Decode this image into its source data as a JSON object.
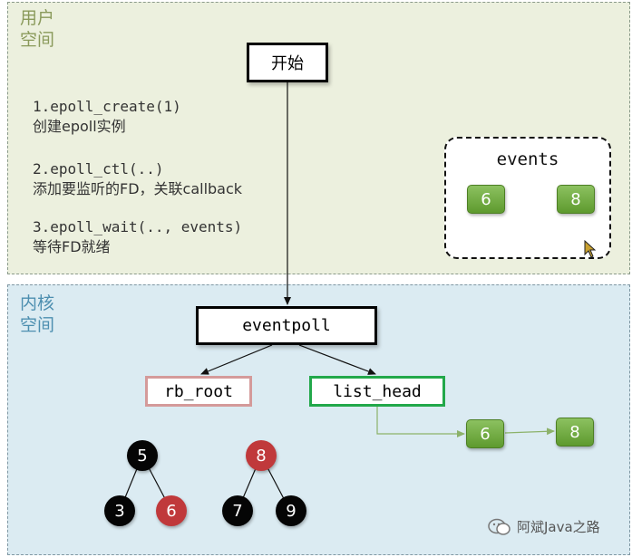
{
  "regions": {
    "user_space": "用户\n空间",
    "kernel_space": "内核\n空间"
  },
  "start_label": "开始",
  "steps": [
    {
      "call": "1.epoll_create(1)",
      "desc": "创建epoll实例"
    },
    {
      "call": "2.epoll_ctl(..)",
      "desc": "添加要监听的FD，关联callback"
    },
    {
      "call": "3.epoll_wait(.., events)",
      "desc": "等待FD就绪"
    }
  ],
  "events_box": {
    "title": "events",
    "items": [
      "6",
      "8"
    ]
  },
  "eventpoll_label": "eventpoll",
  "rb_root_label": "rb_root",
  "list_head_label": "list_head",
  "tree_nodes": [
    {
      "value": "5",
      "color": "black"
    },
    {
      "value": "8",
      "color": "red"
    },
    {
      "value": "3",
      "color": "black"
    },
    {
      "value": "6",
      "color": "red"
    },
    {
      "value": "7",
      "color": "black"
    },
    {
      "value": "9",
      "color": "black"
    }
  ],
  "ready_list": [
    "6",
    "8"
  ],
  "watermark": "阿斌Java之路",
  "colors": {
    "user_bg": "#ecf0de",
    "kernel_bg": "#dbebf2",
    "red_node": "#c0393b",
    "chip_green": "#6aa63a",
    "list_head_border": "#22a84a",
    "rb_root_border": "#d49a9a"
  }
}
